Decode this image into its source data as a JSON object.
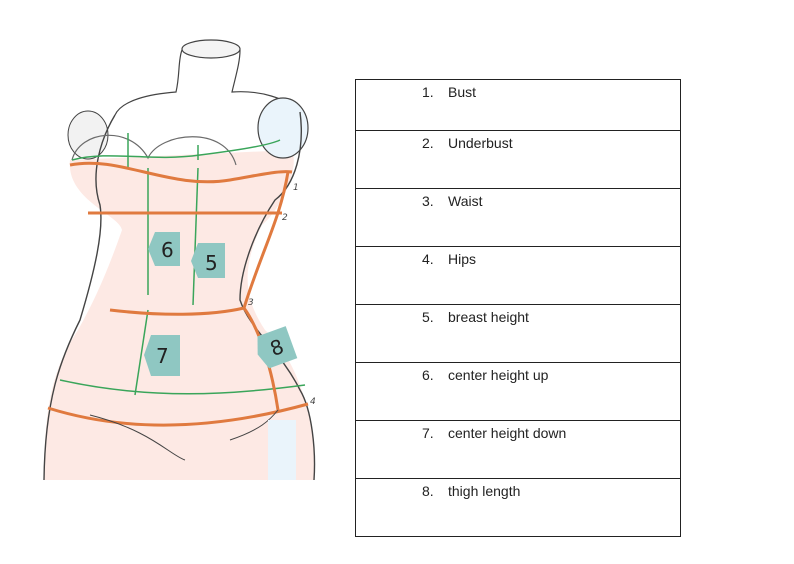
{
  "figure": {
    "line_numbers": [
      "1",
      "2",
      "3",
      "4"
    ],
    "tags": [
      "6",
      "5",
      "7",
      "8"
    ]
  },
  "measurements": [
    {
      "number": "1.",
      "label": "Bust"
    },
    {
      "number": "2.",
      "label": "Underbust"
    },
    {
      "number": "3.",
      "label": "Waist"
    },
    {
      "number": "4.",
      "label": "Hips"
    },
    {
      "number": "5.",
      "label": "breast height"
    },
    {
      "number": "6.",
      "label": "center height up"
    },
    {
      "number": "7.",
      "label": "center height down"
    },
    {
      "number": "8.",
      "label": "thigh length"
    }
  ]
}
